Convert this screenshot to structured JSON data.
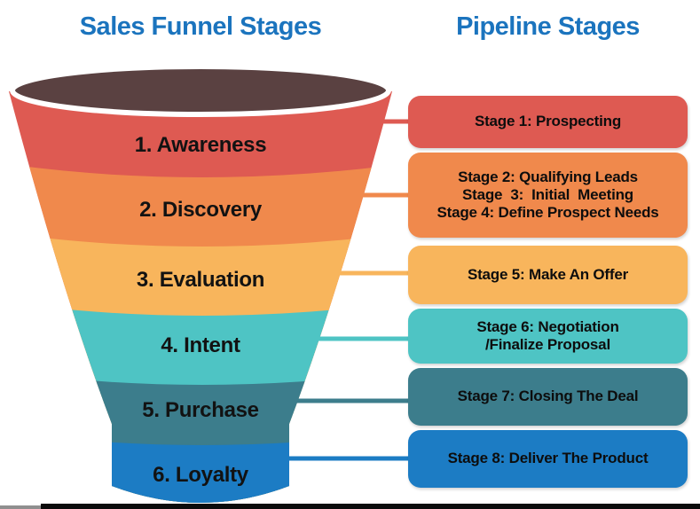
{
  "titles": {
    "funnel": "Sales Funnel Stages",
    "pipeline": "Pipeline Stages"
  },
  "colors": {
    "title_text": "#1B74BE",
    "funnel_top_ellipse": "#5A4141",
    "funnel_rim_ring": "#FFFFFF",
    "label_text": "#121212",
    "bottom_bar": "#0B0B0B",
    "bottom_bar_left": "#8F8F8F"
  },
  "funnel": {
    "stages": [
      {
        "label": "1. Awareness",
        "color": "#DE5A52"
      },
      {
        "label": "2. Discovery",
        "color": "#F0894C"
      },
      {
        "label": "3. Evaluation",
        "color": "#F8B55C"
      },
      {
        "label": "4. Intent",
        "color": "#4EC4C4"
      },
      {
        "label": "5. Purchase",
        "color": "#3C7D8C"
      },
      {
        "label": "6. Loyalty",
        "color": "#1C7CC4"
      }
    ]
  },
  "pipeline": {
    "boxes": [
      {
        "color": "#DE5A52",
        "lines": [
          "Stage 1: Prospecting"
        ]
      },
      {
        "color": "#F0894C",
        "lines": [
          "Stage 2: Qualifying Leads",
          "Stage  3:  Initial  Meeting",
          "Stage 4: Define Prospect Needs"
        ]
      },
      {
        "color": "#F8B55C",
        "lines": [
          "Stage 5: Make An Offer"
        ]
      },
      {
        "color": "#4EC4C4",
        "lines": [
          "Stage 6: Negotiation",
          "/Finalize Proposal"
        ]
      },
      {
        "color": "#3C7D8C",
        "lines": [
          "Stage 7: Closing The Deal"
        ]
      },
      {
        "color": "#1C7CC4",
        "lines": [
          "Stage 8: Deliver The Product"
        ]
      }
    ]
  }
}
